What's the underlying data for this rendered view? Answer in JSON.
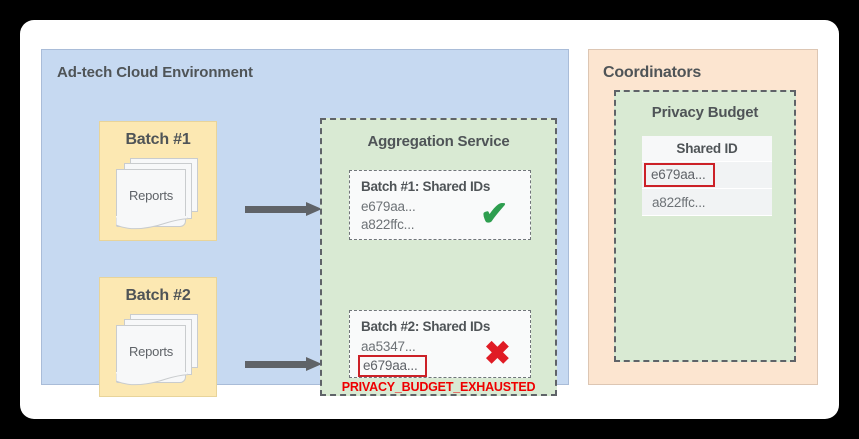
{
  "diagram": {
    "cloud_panel": {
      "title": "Ad-tech Cloud Environment",
      "batches": [
        {
          "title": "Batch #1",
          "stack_label": "Reports"
        },
        {
          "title": "Batch #2",
          "stack_label": "Reports"
        }
      ],
      "arrow_icon_names": [
        "arrow-right-icon",
        "arrow-right-icon"
      ],
      "aggregation_service": {
        "title": "Aggregation Service",
        "cards": [
          {
            "title": "Batch #1: Shared IDs",
            "id_first": "e679aa...",
            "id_second": "a822ffc...",
            "status_glyph": "✔",
            "status_name": "success-check-icon"
          },
          {
            "title": "Batch #2: Shared IDs",
            "id_first": "aa5347...",
            "id_second": "e679aa...",
            "status_glyph": "✖",
            "status_name": "failure-cross-icon"
          }
        ],
        "error_message": "PRIVACY_BUDGET_EXHAUSTED"
      }
    },
    "coordinators_panel": {
      "title": "Coordinators",
      "privacy_budget": {
        "title": "Privacy Budget",
        "table": {
          "header": "Shared ID",
          "rows": [
            {
              "value": "e679aa...",
              "flagged": true
            },
            {
              "value": "a822ffc...",
              "flagged": false
            }
          ]
        }
      }
    }
  },
  "colors": {
    "cloud_panel_bg": "#c6d9f1",
    "batch_box_bg": "#fce8b2",
    "aggregation_bg": "#d9ead3",
    "coordinators_bg": "#fce5d0",
    "error_red": "#ee0000",
    "flag_red": "#cc2127",
    "success_green": "#2e9e4f",
    "cross_red": "#e01b24",
    "arrow_gray": "#5f6368"
  }
}
